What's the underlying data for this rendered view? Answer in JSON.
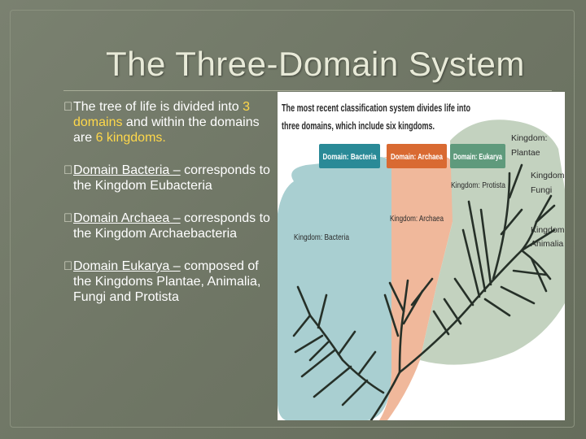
{
  "slide": {
    "title": "The Three-Domain System",
    "bullet_marker": "\u0000",
    "bullets": [
      {
        "t1": "The tree of life is divided into ",
        "h1": "3 domains",
        "t2": " and within the domains are ",
        "h2": "6 kingdoms",
        "t3": "."
      },
      {
        "heading": "Domain Bacteria –",
        "body": " corresponds to the Kingdom Eubacteria"
      },
      {
        "heading": "Domain Archaea –",
        "body": " corresponds to the Kingdom Archaebacteria"
      },
      {
        "heading": "Domain Eukarya –",
        "body": " composed of the Kingdoms Plantae, Animalia, Fungi and Protista"
      }
    ]
  },
  "figure": {
    "caption_line1": "The most recent classification system divides life into",
    "caption_line2": "three domains, which include six kingdoms.",
    "domains": [
      {
        "label": "Domain: Bacteria",
        "color": "#2a8a97"
      },
      {
        "label": "Domain: Archaea",
        "color": "#d96a32"
      },
      {
        "label": "Domain: Eukarya",
        "color": "#5f9a7c"
      }
    ],
    "kingdoms": {
      "plantae_1": "Kingdom:",
      "plantae_2": "Plantae",
      "fungi_1": "Kingdom:",
      "fungi_2": "Fungi",
      "animalia_1": "Kingdom:",
      "animalia_2": "Animalia",
      "protista": "Kingdom: Protista",
      "archaea": "Kingdom: Archaea",
      "bacteria": "Kingdom: Bacteria"
    },
    "colors": {
      "bacteria_region": "#a9cfd1",
      "archaea_region": "#f0b89b",
      "eukarya_region": "#c3d2bf",
      "branches": "#263028"
    }
  }
}
